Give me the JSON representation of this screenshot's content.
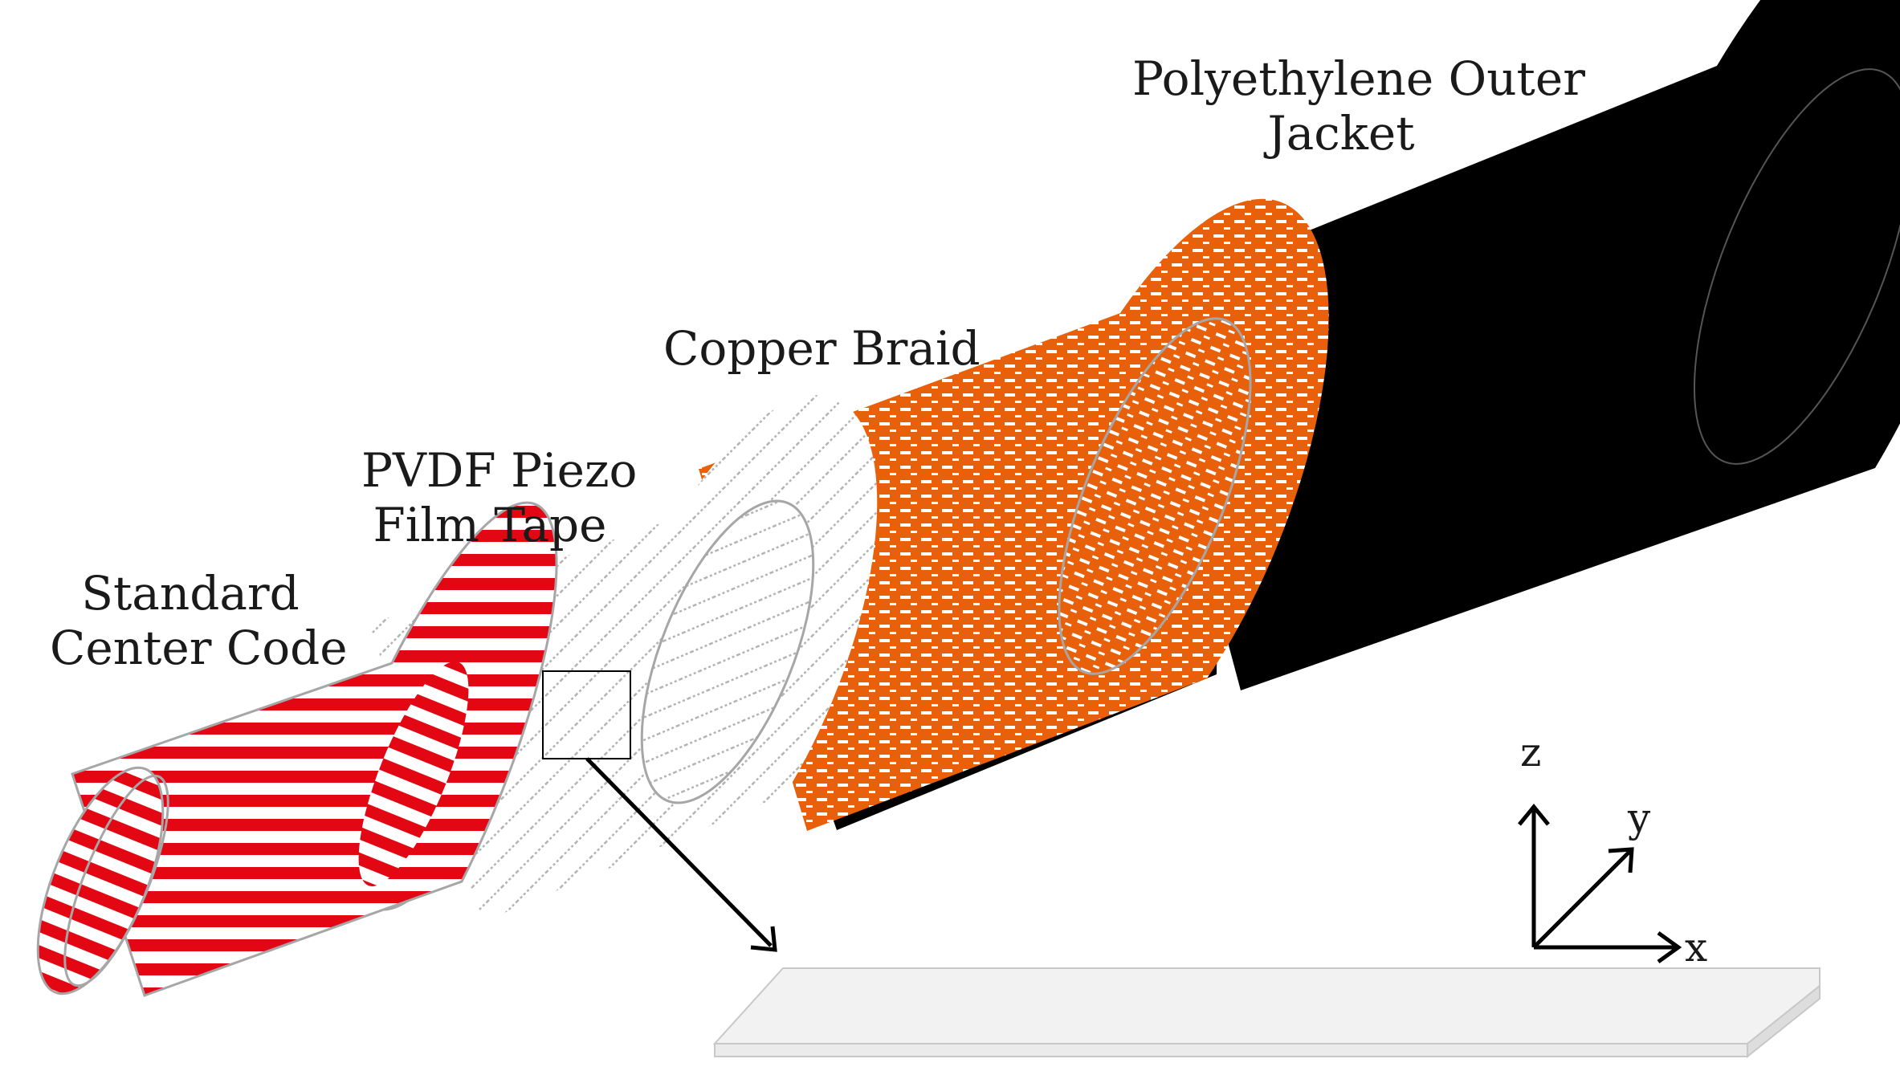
{
  "labels": {
    "jacket": [
      "Polyethylene Outer",
      "Jacket"
    ],
    "braid": "Copper Braid",
    "film": [
      "PVDF Piezo",
      "Film Tape"
    ],
    "core": [
      "Standard",
      "Center Code"
    ]
  },
  "axes": {
    "z": "z",
    "y": "y",
    "x": "x"
  },
  "colors": {
    "core_stripe": "#e30613",
    "braid": "#e8600a",
    "jacket": "#000000",
    "film_stripe": "#b3b3b3",
    "outline": "#a6a6a6",
    "strip_fill": "#f2f2f2"
  }
}
